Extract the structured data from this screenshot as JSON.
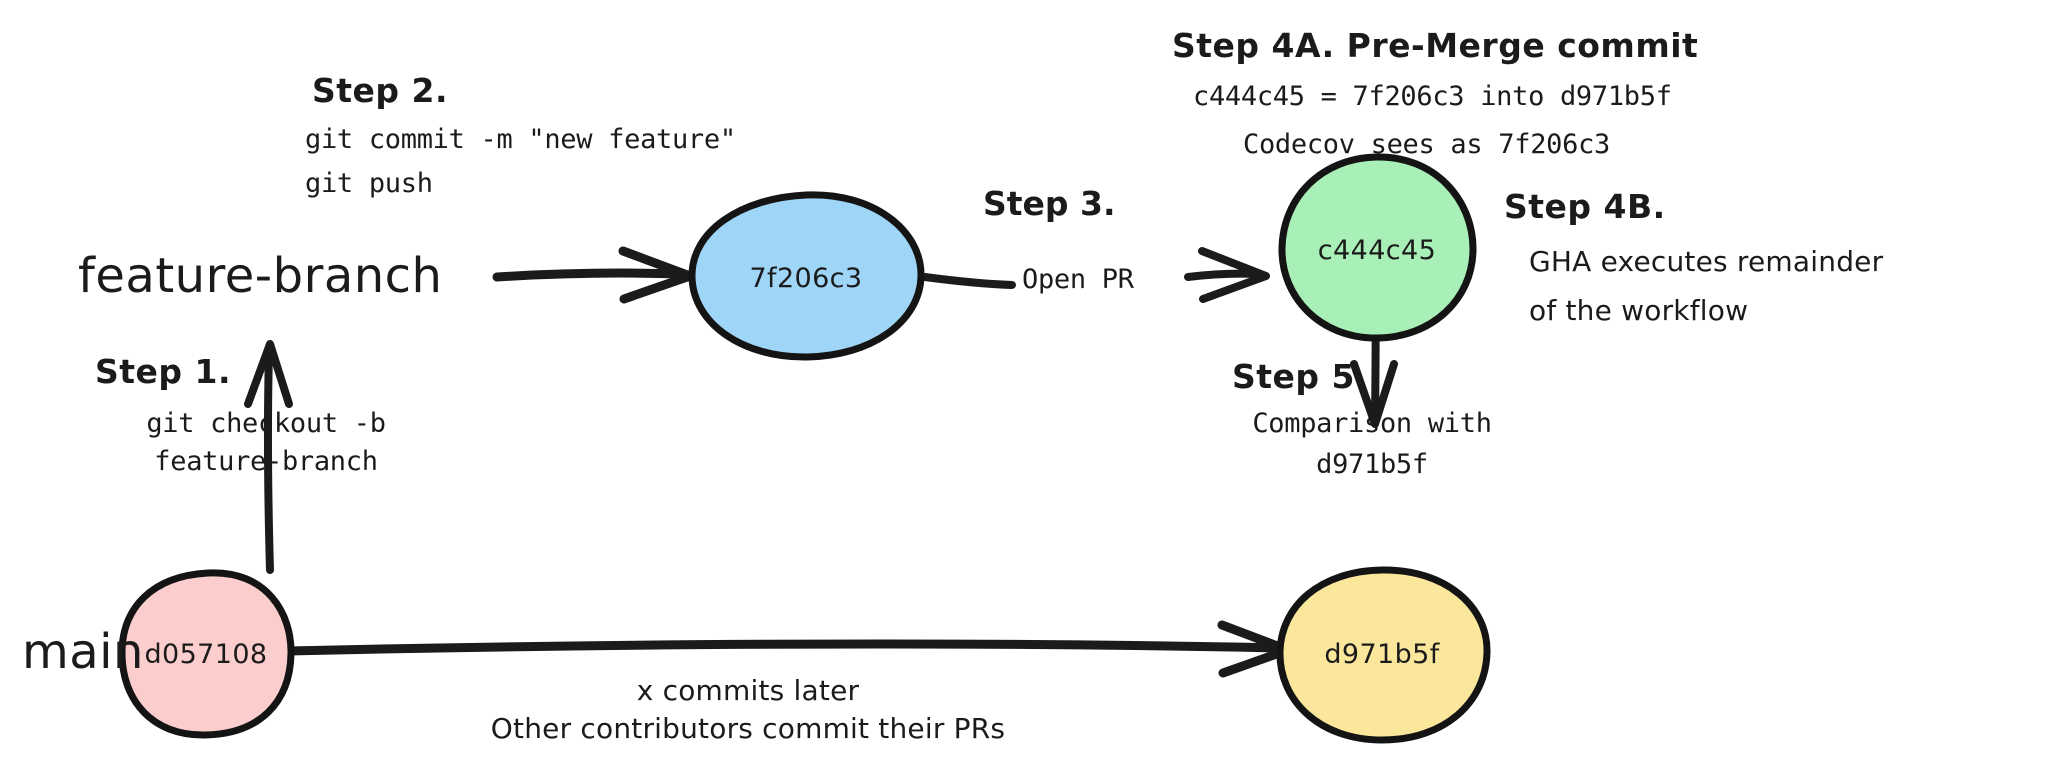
{
  "diagram": {
    "title": "Codecov pull request commit flow",
    "background": "#ffffff",
    "ink": "#1b1b1b"
  },
  "branches": [
    {
      "id": "feature-branch",
      "label": "feature-branch"
    },
    {
      "id": "main",
      "label": "main"
    }
  ],
  "nodes": [
    {
      "id": "node-7f206c3",
      "label": "7f206c3",
      "fill": "#9fd6f7",
      "stroke": "#141414"
    },
    {
      "id": "node-c444c45",
      "label": "c444c45",
      "fill": "#a8efb8",
      "stroke": "#141414"
    },
    {
      "id": "node-d057108",
      "label": "d057108",
      "fill": "#fccdcd",
      "stroke": "#141414"
    },
    {
      "id": "node-d971b5f",
      "label": "d971b5f",
      "fill": "#fbe79b",
      "stroke": "#141414"
    }
  ],
  "steps": {
    "step1": {
      "head": "Step 1.",
      "lines": [
        "git checkout -b",
        "feature-branch"
      ]
    },
    "step2": {
      "head": "Step 2.",
      "lines": [
        "git commit -m \"new feature\"",
        "git push"
      ]
    },
    "step3": {
      "head": "Step 3.",
      "lines": [
        "Open PR"
      ]
    },
    "step4a": {
      "head": "Step 4A. Pre-Merge commit",
      "lines": [
        "c444c45 = 7f206c3 into d971b5f",
        "Codecov sees as 7f206c3"
      ]
    },
    "step4b": {
      "head": "Step 4B.",
      "lines": [
        "GHA executes remainder",
        "of the workflow"
      ]
    },
    "step5": {
      "head": "Step 5",
      "lines": [
        "Comparison with",
        "d971b5f"
      ]
    }
  },
  "edge_labels": {
    "main_progression": [
      "x commits later",
      "Other contributors commit their PRs"
    ]
  }
}
